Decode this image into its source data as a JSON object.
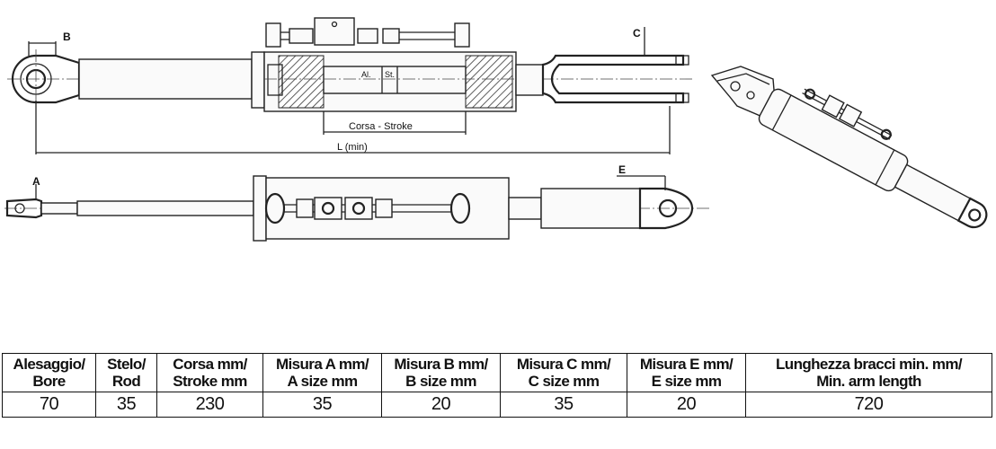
{
  "drawing": {
    "dimension_labels": {
      "a": "A",
      "b": "B",
      "c": "C",
      "e": "E",
      "al": "Al.",
      "st": "St.",
      "stroke": "Corsa - Stroke",
      "length": "L (min)"
    }
  },
  "table": {
    "headers": [
      [
        "Alesaggio/",
        "Bore"
      ],
      [
        "Stelo/",
        "Rod"
      ],
      [
        "Corsa mm/",
        "Stroke mm"
      ],
      [
        "Misura A mm/",
        "A size mm"
      ],
      [
        "Misura B mm/",
        "B size mm"
      ],
      [
        "Misura C mm/",
        "C size mm"
      ],
      [
        "Misura E mm/",
        "E size mm"
      ],
      [
        "Lunghezza bracci min. mm/",
        "Min. arm length"
      ]
    ],
    "row": [
      "70",
      "35",
      "230",
      "35",
      "20",
      "35",
      "20",
      "720"
    ]
  }
}
